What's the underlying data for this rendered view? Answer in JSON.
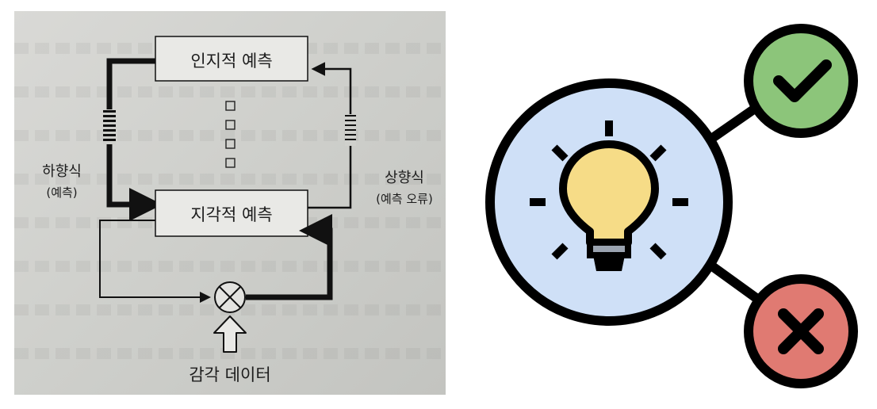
{
  "diagram": {
    "box_cognitive": "인지적 예측",
    "box_perceptual": "지각적 예측",
    "label_topdown": "하향식",
    "label_topdown_sub": "(예측)",
    "label_bottomup": "상향식",
    "label_bottomup_sub": "(예측 오류)",
    "label_sensory": "감각 데이터"
  },
  "icon_group": {
    "bulb": "lightbulb-icon",
    "success": "checkmark-icon",
    "failure": "x-mark-icon",
    "colors": {
      "circle_fill": "#cfe0f7",
      "bulb_fill": "#f6dc87",
      "check_fill": "#8cc57a",
      "x_fill": "#e07a72",
      "outline": "#000000"
    }
  }
}
